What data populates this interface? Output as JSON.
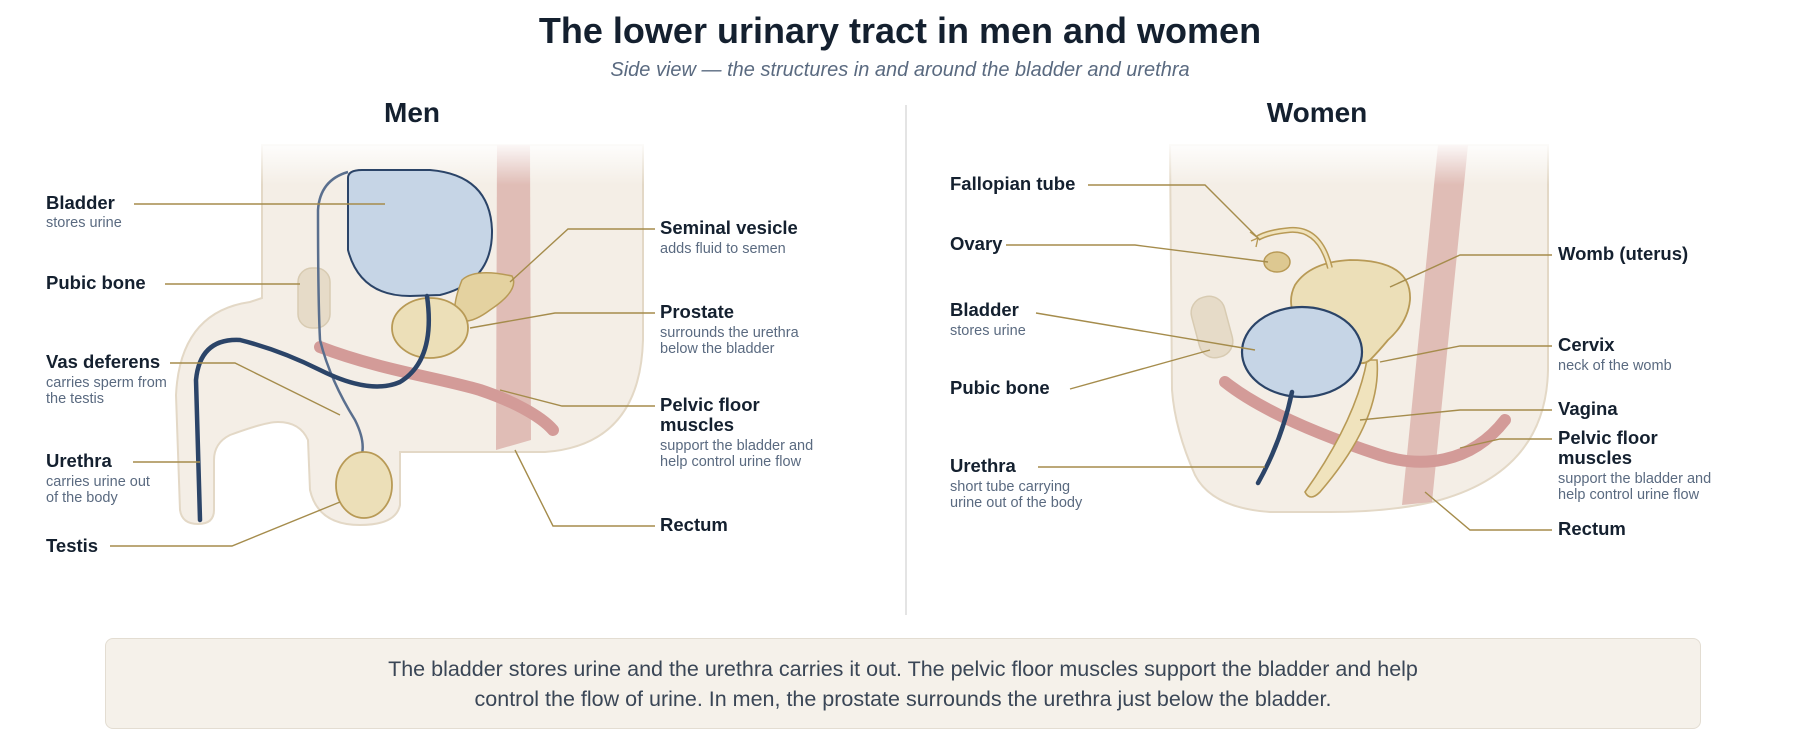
{
  "title": "The lower urinary tract in men and women",
  "subtitle": "Side view — the structures in and around the bladder and urethra",
  "colors": {
    "tissue": "#f4eee6",
    "bladder": "#c6d5e6",
    "gland": "#ecdfb8",
    "muscle": "#d39b98",
    "tube": "#2b4468",
    "leader": "#a58c4c"
  },
  "men": {
    "heading": "Men",
    "labels": {
      "bladder": {
        "name": "Bladder",
        "desc": "stores urine"
      },
      "pubic_bone": {
        "name": "Pubic bone"
      },
      "vas_deferens": {
        "name": "Vas deferens",
        "desc1": "carries sperm from",
        "desc2": "the testis"
      },
      "urethra": {
        "name": "Urethra",
        "desc1": "carries urine out",
        "desc2": "of the body"
      },
      "testis": {
        "name": "Testis"
      },
      "seminal_vesicle": {
        "name": "Seminal vesicle",
        "desc": "adds fluid to semen"
      },
      "prostate": {
        "name": "Prostate",
        "desc1": "surrounds the urethra",
        "desc2": "below the bladder"
      },
      "pelvic_floor": {
        "name1": "Pelvic floor",
        "name2": "muscles",
        "desc1": "support the bladder and",
        "desc2": "help control urine flow"
      },
      "rectum": {
        "name": "Rectum"
      }
    }
  },
  "women": {
    "heading": "Women",
    "labels": {
      "fallopian_tube": {
        "name": "Fallopian tube"
      },
      "ovary": {
        "name": "Ovary"
      },
      "bladder": {
        "name": "Bladder",
        "desc": "stores urine"
      },
      "pubic_bone": {
        "name": "Pubic bone"
      },
      "urethra": {
        "name": "Urethra",
        "desc1": "short tube carrying",
        "desc2": "urine out of the body"
      },
      "womb": {
        "name": "Womb (uterus)"
      },
      "cervix": {
        "name": "Cervix",
        "desc": "neck of the womb"
      },
      "vagina": {
        "name": "Vagina"
      },
      "pelvic_floor": {
        "name1": "Pelvic floor",
        "name2": "muscles",
        "desc1": "support the bladder and",
        "desc2": "help control urine flow"
      },
      "rectum": {
        "name": "Rectum"
      }
    }
  },
  "caption": "The bladder stores urine and the urethra carries it out. The pelvic floor muscles support the bladder and help control the flow of urine. In men, the prostate surrounds the urethra just below the bladder."
}
